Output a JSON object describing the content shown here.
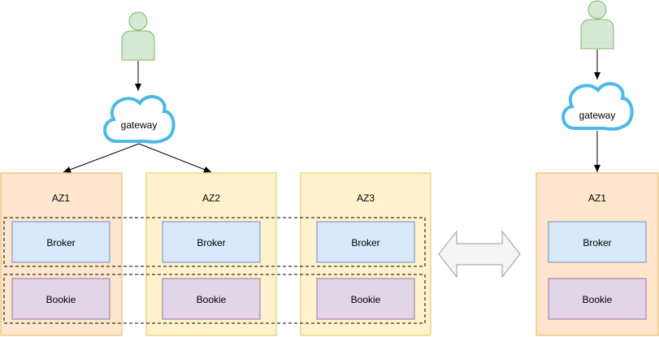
{
  "colors": {
    "person_fill": "#d5e8d4",
    "person_stroke": "#82b366",
    "cloud_stroke": "#4db8e8",
    "az1_fill": "#ffe6cc",
    "az1_stroke": "#e5b35a",
    "az_fill": "#fff2cc",
    "az_stroke": "#e5c65a",
    "broker_fill": "#dae8fc",
    "broker_stroke": "#6c8ebf",
    "bookie_fill": "#e1d5e7",
    "bookie_stroke": "#9673a6",
    "arrow_fill": "#f5f5f5",
    "arrow_stroke": "#999999"
  },
  "left_cluster": {
    "gateway_label": "gateway",
    "zones": [
      {
        "label": "AZ1",
        "broker": "Broker",
        "bookie": "Bookie"
      },
      {
        "label": "AZ2",
        "broker": "Broker",
        "bookie": "Bookie"
      },
      {
        "label": "AZ3",
        "broker": "Broker",
        "bookie": "Bookie"
      }
    ]
  },
  "right_cluster": {
    "gateway_label": "gateway",
    "zone": {
      "label": "AZ1",
      "broker": "Broker",
      "bookie": "Bookie"
    }
  },
  "icons": {
    "user": "user-icon",
    "gateway": "cloud-icon",
    "transition": "double-arrow-icon"
  }
}
